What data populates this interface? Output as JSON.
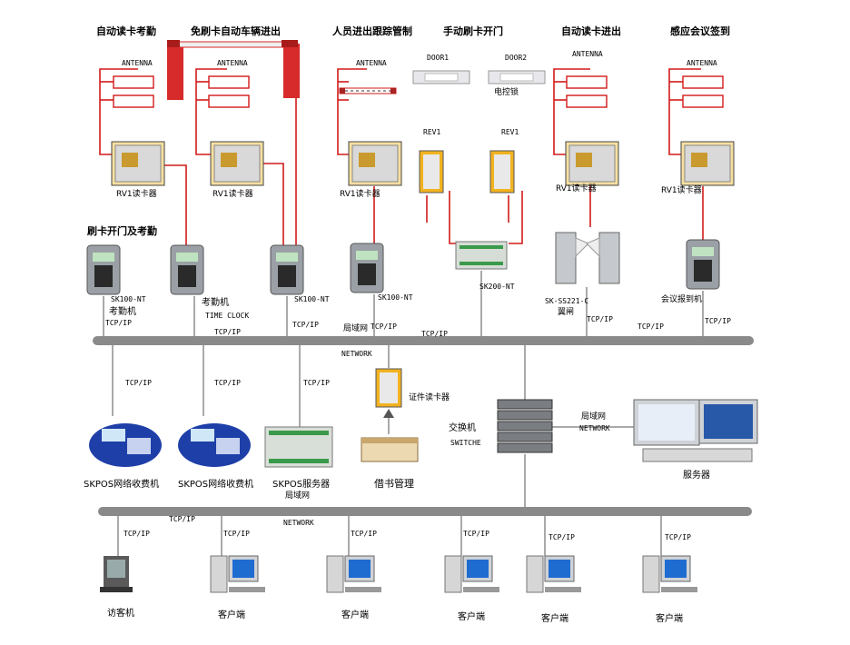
{
  "sections": {
    "auto_read_attendance": "自动读卡考勤",
    "no_swipe_vehicle": "免刷卡自动车辆进出",
    "personnel_tracking": "人员进出跟踪管制",
    "manual_door": "手动刷卡开门",
    "auto_read_entry": "自动读卡进出",
    "meeting_signin": "感应会议签到",
    "swipe_door_attendance": "刷卡开门及考勤"
  },
  "labels": {
    "antenna": "ANTENNA",
    "rv1_reader": "RV1读卡器",
    "door1": "DOOR1",
    "door2": "DOOR2",
    "electric_lock": "电控锁",
    "rev1": "REV1",
    "sk100nt": "SK100-NT",
    "attendance_machine": "考勤机",
    "time_clock": "TIME CLOCK",
    "sk200nt": "SK200-NT",
    "turnstile_model": "SK-SS221-C",
    "wing_gate": "翼闸",
    "meeting_machine": "会议报到机",
    "tcpip": "TCP/IP",
    "lan": "局域网",
    "network": "NETWORK",
    "id_reader": "证件读卡器",
    "switch_cn": "交换机",
    "switch_en": "SWITCHE",
    "server": "服务器",
    "skpos_terminal": "SKPOS网络收费机",
    "skpos_server": "SKPOS服务器",
    "book_mgmt": "借书管理",
    "visitor": "访客机",
    "client": "客户端"
  },
  "colors": {
    "red_line": "#d21a1a",
    "bus": "#8a8a8a",
    "cable": "#555555",
    "box_yellow": "#f2b320",
    "pos_blue": "#1f3fa8"
  }
}
